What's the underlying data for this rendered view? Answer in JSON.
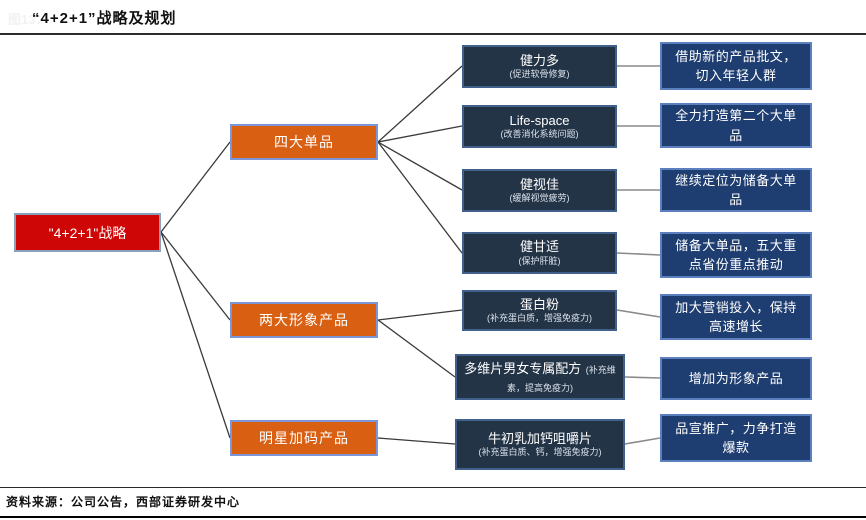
{
  "header": {
    "figure_label": "图13：",
    "title": "“4+2+1”战略及规划"
  },
  "root": {
    "label": "\"4+2+1\"战略"
  },
  "categories": [
    {
      "label": "四大单品"
    },
    {
      "label": "两大形象产品"
    },
    {
      "label": "明星加码产品"
    }
  ],
  "products": [
    {
      "title": "健力多",
      "subtitle": "(促进软骨修复)"
    },
    {
      "title": "Life-space",
      "subtitle": "(改善消化系统问题)"
    },
    {
      "title": "健视佳",
      "subtitle": "(缓解视觉疲劳)"
    },
    {
      "title": "健甘适",
      "subtitle": "(保护肝脏)"
    },
    {
      "title": "蛋白粉",
      "subtitle": "(补充蛋白质，增强免疫力)"
    },
    {
      "title": "多维片男女专属配方",
      "subtitle": "(补充维素，提高免疫力)"
    },
    {
      "title": "牛初乳加钙咀嚼片",
      "subtitle": "(补充蛋白质、钙，增强免疫力)"
    }
  ],
  "plans": [
    {
      "text": "借助新的产品批文，切入年轻人群"
    },
    {
      "text": "全力打造第二个大单品"
    },
    {
      "text": "继续定位为储备大单品"
    },
    {
      "text": "储备大单品，五大重点省份重点推动"
    },
    {
      "text": "加大营销投入，保持高速增长"
    },
    {
      "text": "增加为形象产品"
    },
    {
      "text": "品宣推广，力争打造爆款"
    }
  ],
  "footer": {
    "source": "资料来源：公司公告，西部证券研发中心"
  },
  "colors": {
    "root_red": "#cf0606",
    "category_orange": "#d95f12",
    "product_slate": "#243447",
    "plan_navy": "#1e3d70",
    "tree_line": "#3a3a3a",
    "link_line": "#8a8a8a"
  }
}
